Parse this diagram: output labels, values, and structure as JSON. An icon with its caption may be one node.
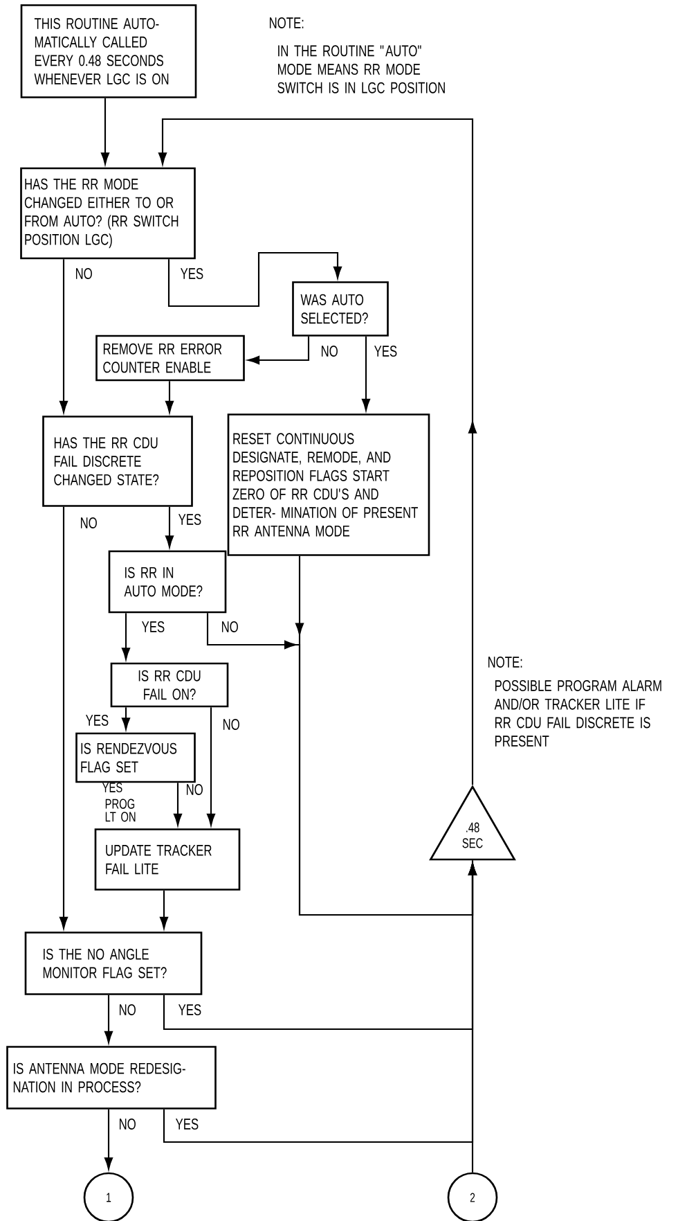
{
  "diagram": {
    "nodes": [
      {
        "text": [
          "THIS ROUTINE AUTO- MATICALLY CALLED EVERY 0.48 SECONDS WHENEVER LGC IS ON"
        ]
      },
      {
        "text": [
          "HAS THE RR MODE CHANGED EITHER TO OR FROM AUTO? (RR SWITCH POSITION LGC)"
        ]
      },
      {
        "text": [
          "WAS AUTO SELECTED?"
        ]
      },
      {
        "text": [
          "REMOVE RR ERROR COUNTER ENABLE"
        ]
      },
      {
        "text": [
          "HAS THE RR CDU FAIL DISCRETE CHANGED STATE?"
        ]
      },
      {
        "text": [
          "RESET CONTINUOUS DESIGNATE, REMODE, AND REPOSITION FLAGS START ZERO OF RR CDU'S AND DETER- MINATION OF PRESENT RR ANTENNA MODE"
        ]
      },
      {
        "text": [
          "IS RR IN AUTO MODE?"
        ]
      },
      {
        "text": [
          "IS RR CDU FAIL ON?"
        ]
      },
      {
        "text": [
          "IS RENDEZVOUS FLAG SET"
        ]
      },
      {
        "text": [
          "UPDATE TRACKER FAIL LITE"
        ]
      },
      {
        "text": [
          ".48 SEC"
        ]
      },
      {
        "text": [
          "IS THE NO ANGLE MONITOR FLAG SET?"
        ]
      },
      {
        "text": [
          "IS ANTENNA MODE REDESIG- NATION IN PROCESS?"
        ]
      },
      {
        "text": [
          "1"
        ]
      },
      {
        "text": [
          "2"
        ]
      }
    ],
    "edges": [
      {
        "from": 0,
        "to": 1,
        "arrow": "to"
      },
      {
        "from": 1,
        "to": 4,
        "arrow": "to",
        "label": "NO"
      },
      {
        "from": 1,
        "to": 2,
        "arrow": "to",
        "label": "YES"
      },
      {
        "from": 2,
        "to": 3,
        "arrow": "to",
        "label": "NO"
      },
      {
        "from": 2,
        "to": 5,
        "arrow": "to",
        "label": "YES"
      },
      {
        "from": 3,
        "to": 4,
        "arrow": "to"
      },
      {
        "from": 4,
        "to": 11,
        "arrow": "to",
        "label": "NO"
      },
      {
        "from": 4,
        "to": 6,
        "arrow": "to",
        "label": "YES"
      },
      {
        "from": 6,
        "to": 7,
        "arrow": "to",
        "label": "YES"
      },
      {
        "from": 6,
        "to": 10,
        "arrow": "to",
        "label": "NO"
      },
      {
        "from": 5,
        "to": 10,
        "arrow": "to"
      },
      {
        "from": 7,
        "to": 8,
        "arrow": "to",
        "label": "YES"
      },
      {
        "from": 7,
        "to": 9,
        "arrow": "to",
        "label": "NO"
      },
      {
        "from": 8,
        "to": 9,
        "arrow": "to",
        "label": "NO"
      },
      {
        "from": 9,
        "to": 11,
        "arrow": "to"
      },
      {
        "from": 11,
        "to": 12,
        "arrow": "to",
        "label": "NO"
      },
      {
        "from": 11,
        "to": 10,
        "arrow": "to",
        "label": "YES"
      },
      {
        "from": 12,
        "to": 13,
        "arrow": "to",
        "label": "NO"
      },
      {
        "from": 12,
        "to": 10,
        "arrow": "to",
        "label": "YES"
      },
      {
        "from": 14,
        "to": 10,
        "arrow": "none"
      },
      {
        "from": 10,
        "to": 1,
        "arrow": "to"
      }
    ],
    "labels": [
      "NOTE:",
      "IN THE ROUTINE \"AUTO\" MODE MEANS RR MODE SWITCH IS IN LGC POSITION",
      "NOTE:",
      "POSSIBLE PROGRAM ALARM AND/OR TRACKER LITE IF RR CDU FAIL DISCRETE IS PRESENT",
      "YES",
      "PROG LT ON"
    ]
  }
}
